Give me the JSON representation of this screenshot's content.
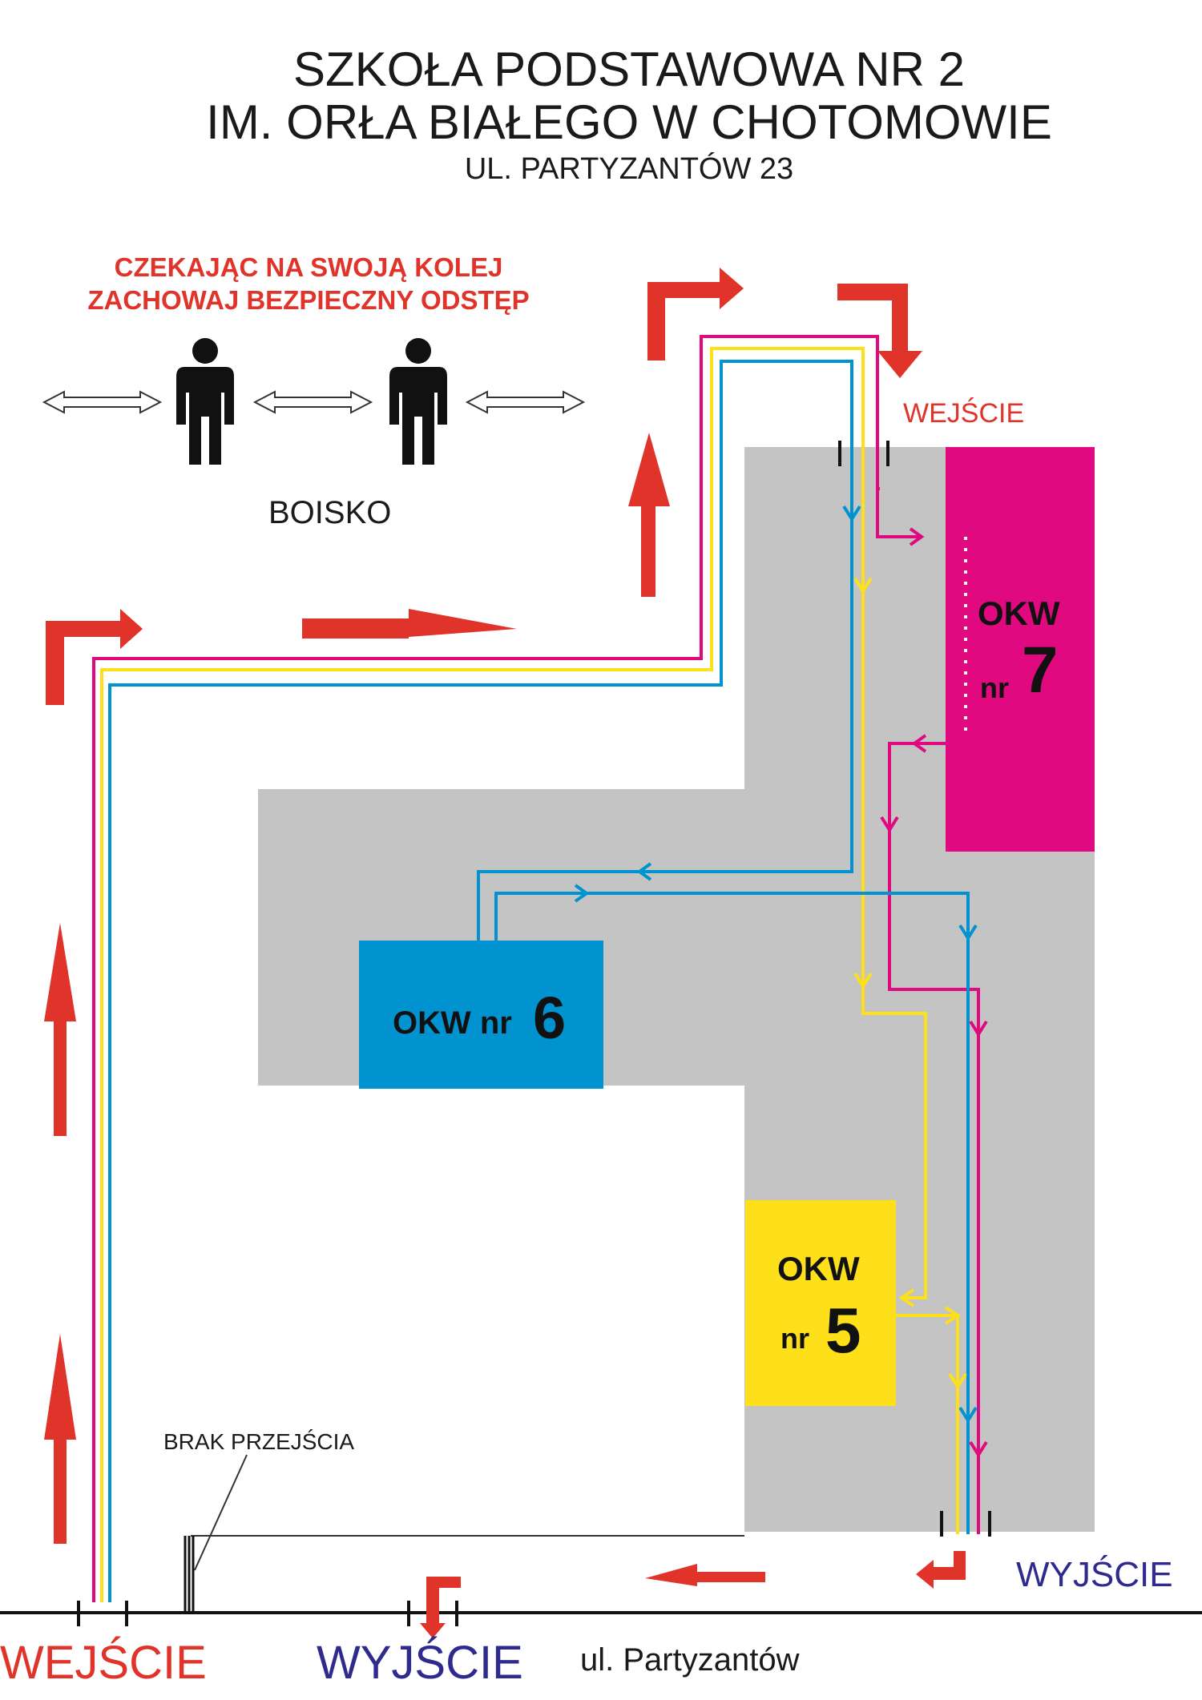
{
  "title": {
    "line1": "SZKOŁA PODSTAWOWA NR 2",
    "line2": "IM. ORŁA BIAŁEGO W CHOTOMOWIE",
    "line3": "UL. PARTYZANTÓW 23"
  },
  "notice": {
    "line1": "CZEKAJĄC NA SWOJĄ KOLEJ",
    "line2": "ZACHOWAJ BEZPIECZNY ODSTĘP"
  },
  "labels": {
    "boisko": "BOISKO",
    "entrance_top": "WEJŚCIE",
    "no_passage": "BRAK PRZEJŚCIA",
    "exit_right": "WYJŚCIE",
    "entrance_bottom": "WEJŚCIE",
    "exit_bottom": "WYJŚCIE",
    "street": "ul. Partyzantów"
  },
  "rooms": [
    {
      "name": "OKW",
      "prefix": "nr",
      "number": "7",
      "color": "#e0097f"
    },
    {
      "name": "OKW nr",
      "number": "6",
      "color": "#0093cf"
    },
    {
      "name": "OKW",
      "prefix": "nr",
      "number": "5",
      "color": "#fde01a"
    }
  ],
  "colors": {
    "building": "#c4c4c4",
    "arrow_red": "#e0332a",
    "route_magenta": "#e0097f",
    "route_yellow": "#fde01a",
    "route_blue": "#0093cf",
    "exit_text": "#2e2a8e"
  }
}
